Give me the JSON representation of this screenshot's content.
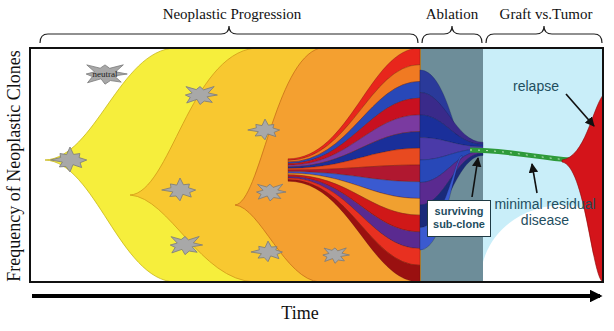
{
  "diagram": {
    "nodes": [
      {
        "text": [
          "neutral"
        ]
      },
      {
        "text": [
          "surviving sub-clone"
        ]
      }
    ],
    "labels": [
      "Neoplastic Progression",
      "Ablation",
      "Graft vs.Tumor",
      "relapse",
      "minimal residual disease",
      "Frequency of Neoplastic Clones",
      "Time"
    ]
  }
}
